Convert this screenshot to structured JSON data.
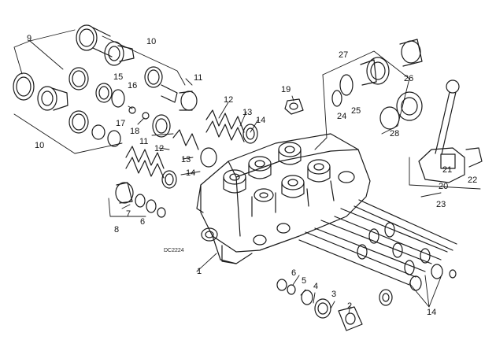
{
  "diagram": {
    "figure_code": "DC2224",
    "callouts": [
      "1",
      "2",
      "3",
      "4",
      "5",
      "6",
      "7",
      "8",
      "9",
      "10",
      "11",
      "12",
      "13",
      "14",
      "15",
      "16",
      "17",
      "18",
      "19",
      "20",
      "21",
      "22",
      "23",
      "24",
      "25",
      "26",
      "27",
      "28"
    ],
    "colors": {
      "line": "#1a1a1a",
      "background": "#ffffff"
    }
  }
}
